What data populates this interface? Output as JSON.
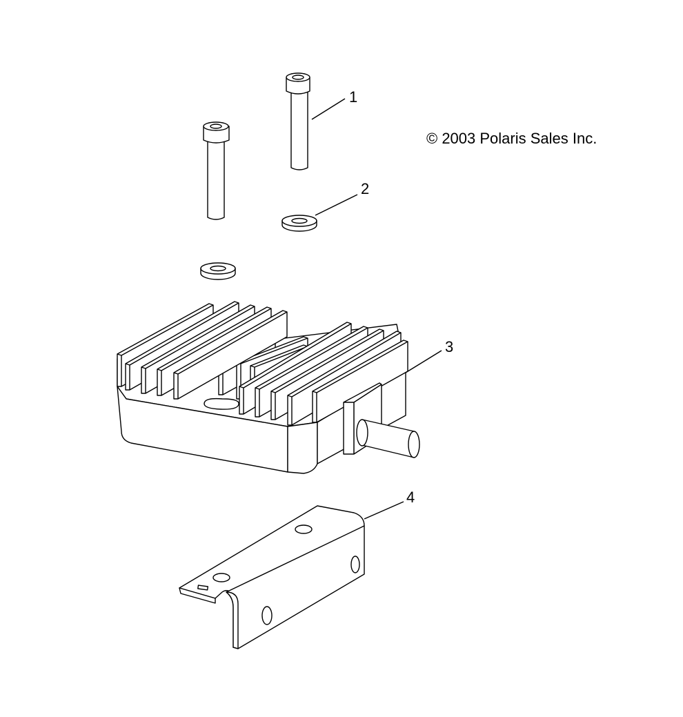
{
  "copyright": "© 2003 Polaris Sales Inc.",
  "callouts": [
    {
      "label": "1",
      "part": "bolt"
    },
    {
      "label": "2",
      "part": "washer"
    },
    {
      "label": "3",
      "part": "voltage-regulator"
    },
    {
      "label": "4",
      "part": "mounting-bracket"
    }
  ]
}
